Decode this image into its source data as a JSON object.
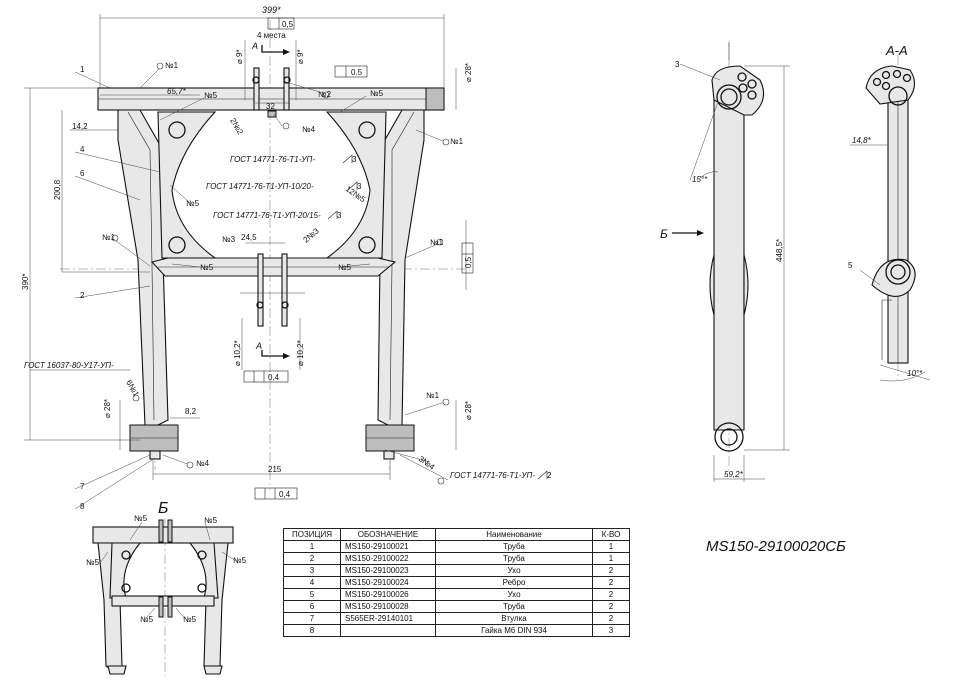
{
  "main_view": {
    "dims": {
      "width_399": "399*",
      "tol_05_top": "0,5",
      "places_4": "4 места",
      "d9_left": "⌀ 9*",
      "d9_right": "⌀ 9*",
      "arrow_A_top": "A",
      "flat_05": "0.5",
      "d28_top": "⌀ 28*",
      "dim_32": "32",
      "dim_65_7": "65,7*",
      "dim_14_2": "14,2",
      "dim_200_8": "200,8",
      "dim_390": "390*",
      "dim_24_5": "24,5",
      "tol_05_right": "0,5",
      "d10_2_left": "⌀ 10,2*",
      "d10_2_right": "⌀ 10,2*",
      "arrow_A_bottom": "A",
      "tol_04_mid": "0,4",
      "d28_left": "⌀ 28*",
      "dim_8_2": "8,2",
      "d28_right": "⌀ 28*",
      "dim_215": "215",
      "tol_04_bottom": "0,4"
    },
    "callouts": {
      "c1": "1",
      "c4": "4",
      "c6": "6",
      "c2": "2",
      "c7": "7",
      "c8": "8",
      "n1_a": "№1",
      "n1_b": "№1",
      "n1_c": "№1",
      "n1_d": "№1",
      "n1_e": "№1",
      "n5_a": "№5",
      "n5_b": "№5",
      "n5_c": "№5",
      "n5_d": "№5",
      "n5_e": "№5",
      "n2": "№2",
      "n4_top": "№4",
      "n4_bottom": "№4",
      "n3": "№3",
      "w2n2": "2№2",
      "w12n5": "12№5",
      "w2n3": "2№3",
      "w6n1": "6№1",
      "w3n4": "3№4"
    },
    "notes": {
      "gost1": "ГОСТ 14771-76-Т1-УП-",
      "gost1_leg": "3",
      "gost2": "ГОСТ 14771-76-Т1-УП-10/20-",
      "gost2_leg": "3",
      "gost3": "ГОСТ 14771-76-Т1-УП-20/15-",
      "gost3_leg": "3",
      "gost4": "ГОСТ 16037-80-У17-УП-",
      "gost5": "ГОСТ 14771-76-Т1-УП-",
      "gost5_leg": "2"
    }
  },
  "side_view": {
    "callout_3": "3",
    "angle_15": "15°*",
    "view_B_label": "Б",
    "dim_448_5": "448,5*",
    "dim_59_2": "59,2*"
  },
  "section_AA": {
    "title": "А-А",
    "dim_14_8": "14,8*",
    "callout_5": "5",
    "angle_10": "10°*"
  },
  "view_B": {
    "title": "Б",
    "n5_a": "№5",
    "n5_b": "№5",
    "n5_c": "№5",
    "n5_d": "№5",
    "n5_e": "№5",
    "n5_f": "№5"
  },
  "bom": {
    "headers": [
      "ПОЗИЦИЯ",
      "ОБОЗНАЧЕНИЕ",
      "Наименование",
      "К-ВО"
    ],
    "rows": [
      [
        "1",
        "MS150-29100021",
        "Труба",
        "1"
      ],
      [
        "2",
        "MS150-29100022",
        "Труба",
        "1"
      ],
      [
        "3",
        "MS150-29100023",
        "Ухо",
        "2"
      ],
      [
        "4",
        "MS150-29100024",
        "Ребро",
        "2"
      ],
      [
        "5",
        "MS150-29100026",
        "Ухо",
        "2"
      ],
      [
        "6",
        "MS150-29100028",
        "Труба",
        "2"
      ],
      [
        "7",
        "S565ER-29140101",
        "Втулка",
        "2"
      ],
      [
        "8",
        "",
        "Гайка М6 DIN 934",
        "3"
      ]
    ]
  },
  "designation": "MS150-29100020СБ"
}
